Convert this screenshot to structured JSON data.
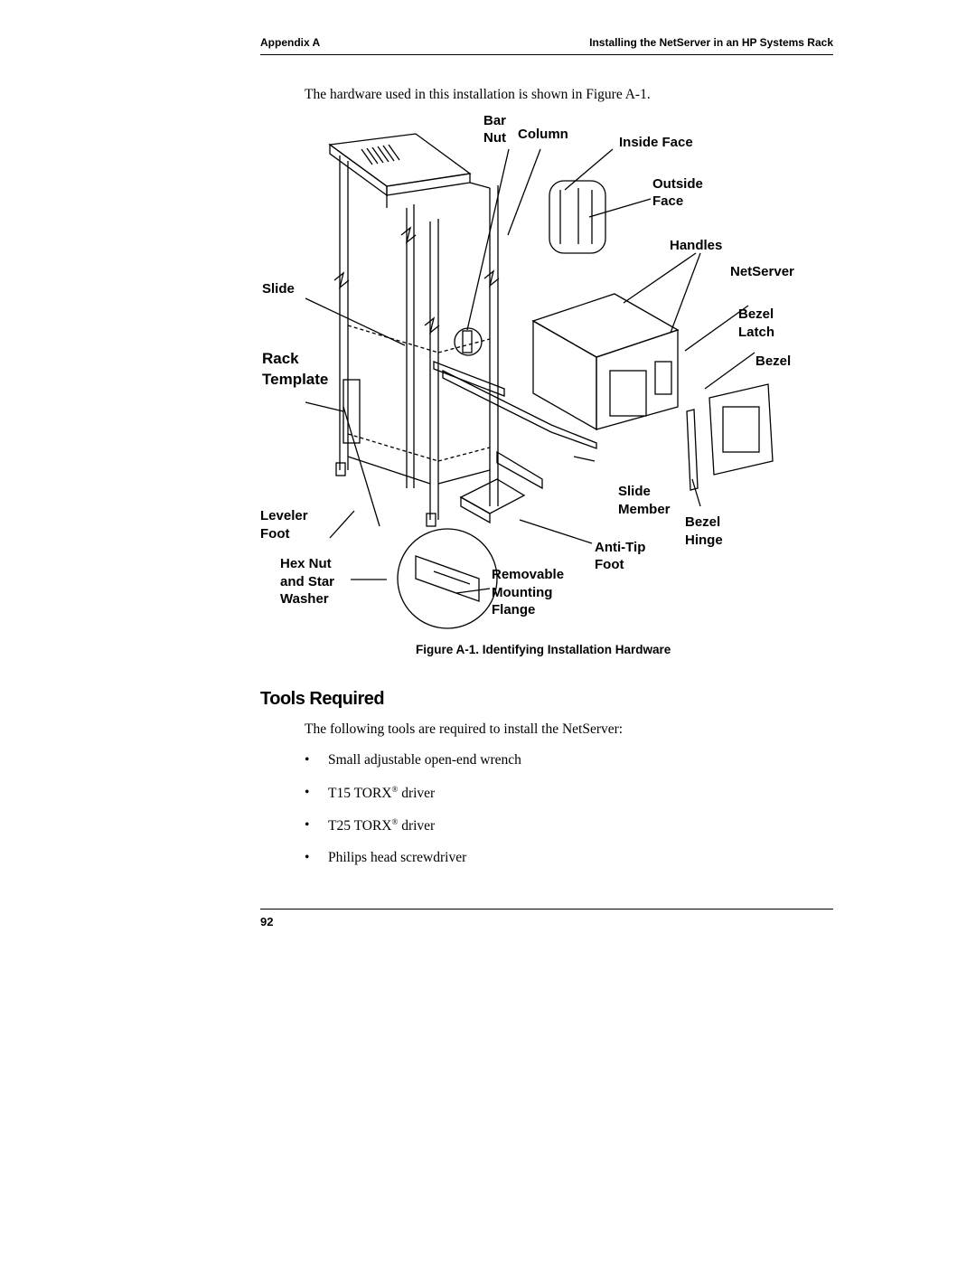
{
  "header": {
    "left": "Appendix A",
    "right": "Installing the NetServer in an HP Systems Rack"
  },
  "intro": "The hardware used in this installation is shown in Figure A-1.",
  "figure": {
    "labels": {
      "bar": "Bar",
      "nut": "Nut",
      "column": "Column",
      "inside_face": "Inside Face",
      "outside": "Outside",
      "face": "Face",
      "handles": "Handles",
      "netserver": "NetServer",
      "slide": "Slide",
      "bezel_1": "Bezel",
      "latch": "Latch",
      "rack": "Rack",
      "template": "Template",
      "bezel_2": "Bezel",
      "slide_2": "Slide",
      "member": "Member",
      "leveler": "Leveler",
      "foot": "Foot",
      "bezel_3": "Bezel",
      "hinge": "Hinge",
      "anti_tip": "Anti-Tip",
      "foot_2": "Foot",
      "hex_nut": "Hex Nut",
      "and_star": "and Star",
      "washer": "Washer",
      "removable": "Removable",
      "mounting": "Mounting",
      "flange": "Flange"
    },
    "caption": "Figure A-1. Identifying Installation Hardware"
  },
  "section": {
    "title": "Tools Required",
    "paragraph": "The following tools are required to install the NetServer:",
    "bullet_glyph": "•",
    "items": [
      {
        "text": "Small adjustable open-end wrench",
        "sup": ""
      },
      {
        "text": "T15 TORX",
        "sup": "®",
        "tail": " driver"
      },
      {
        "text": "T25 TORX",
        "sup": "®",
        "tail": " driver"
      },
      {
        "text": "Philips head screwdriver",
        "sup": ""
      }
    ]
  },
  "footer": {
    "page_number": "92"
  }
}
